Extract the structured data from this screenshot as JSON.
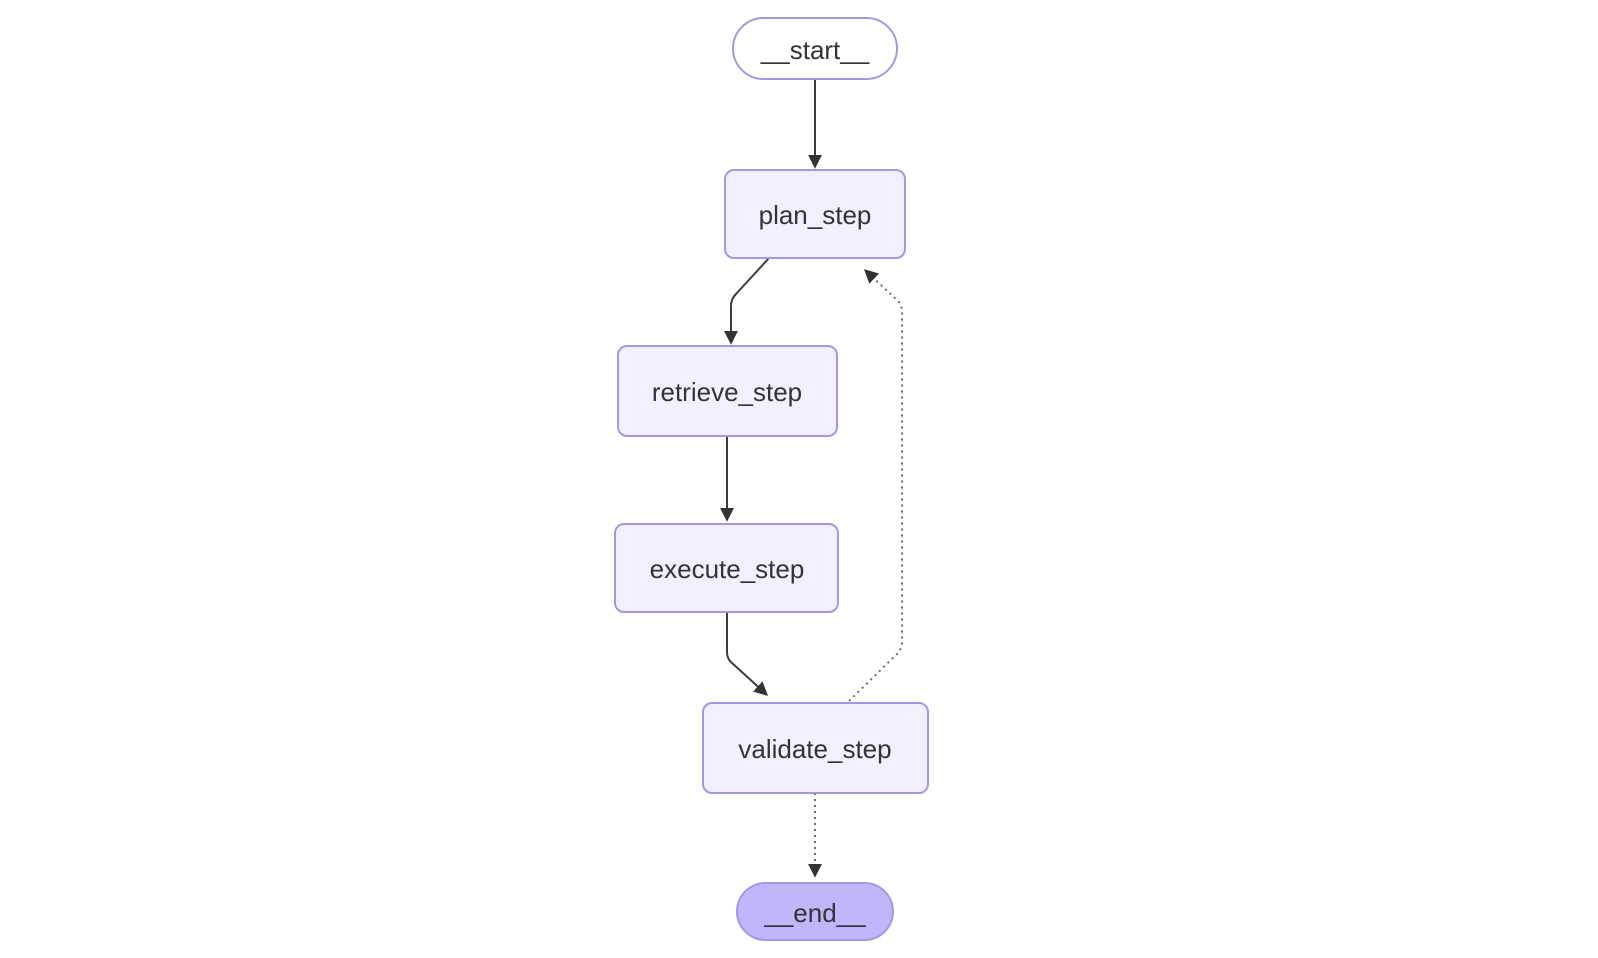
{
  "diagram": {
    "type": "flowchart",
    "direction": "top-down",
    "nodes": [
      {
        "id": "__start__",
        "label": "__start__",
        "shape": "stadium",
        "kind": "first"
      },
      {
        "id": "plan_step",
        "label": "plan_step",
        "shape": "rounded-rect",
        "kind": "default"
      },
      {
        "id": "retrieve_step",
        "label": "retrieve_step",
        "shape": "rounded-rect",
        "kind": "default"
      },
      {
        "id": "execute_step",
        "label": "execute_step",
        "shape": "rounded-rect",
        "kind": "default"
      },
      {
        "id": "validate_step",
        "label": "validate_step",
        "shape": "rounded-rect",
        "kind": "default"
      },
      {
        "id": "__end__",
        "label": "__end__",
        "shape": "stadium",
        "kind": "last"
      }
    ],
    "edges": [
      {
        "from": "__start__",
        "to": "plan_step",
        "style": "solid"
      },
      {
        "from": "plan_step",
        "to": "retrieve_step",
        "style": "solid"
      },
      {
        "from": "retrieve_step",
        "to": "execute_step",
        "style": "solid"
      },
      {
        "from": "execute_step",
        "to": "validate_step",
        "style": "solid"
      },
      {
        "from": "validate_step",
        "to": "plan_step",
        "style": "dotted"
      },
      {
        "from": "validate_step",
        "to": "__end__",
        "style": "dotted"
      }
    ],
    "colors": {
      "background": "#ffffff",
      "node_fill": "#f2f0ff",
      "node_border": "#a596e8",
      "start_fill": "#ffffff",
      "end_fill": "#bfb6fc",
      "edge_solid": "#3b3b3b",
      "edge_dotted": "#6b6b6b",
      "arrowhead": "#333333",
      "text": "#333333"
    }
  }
}
